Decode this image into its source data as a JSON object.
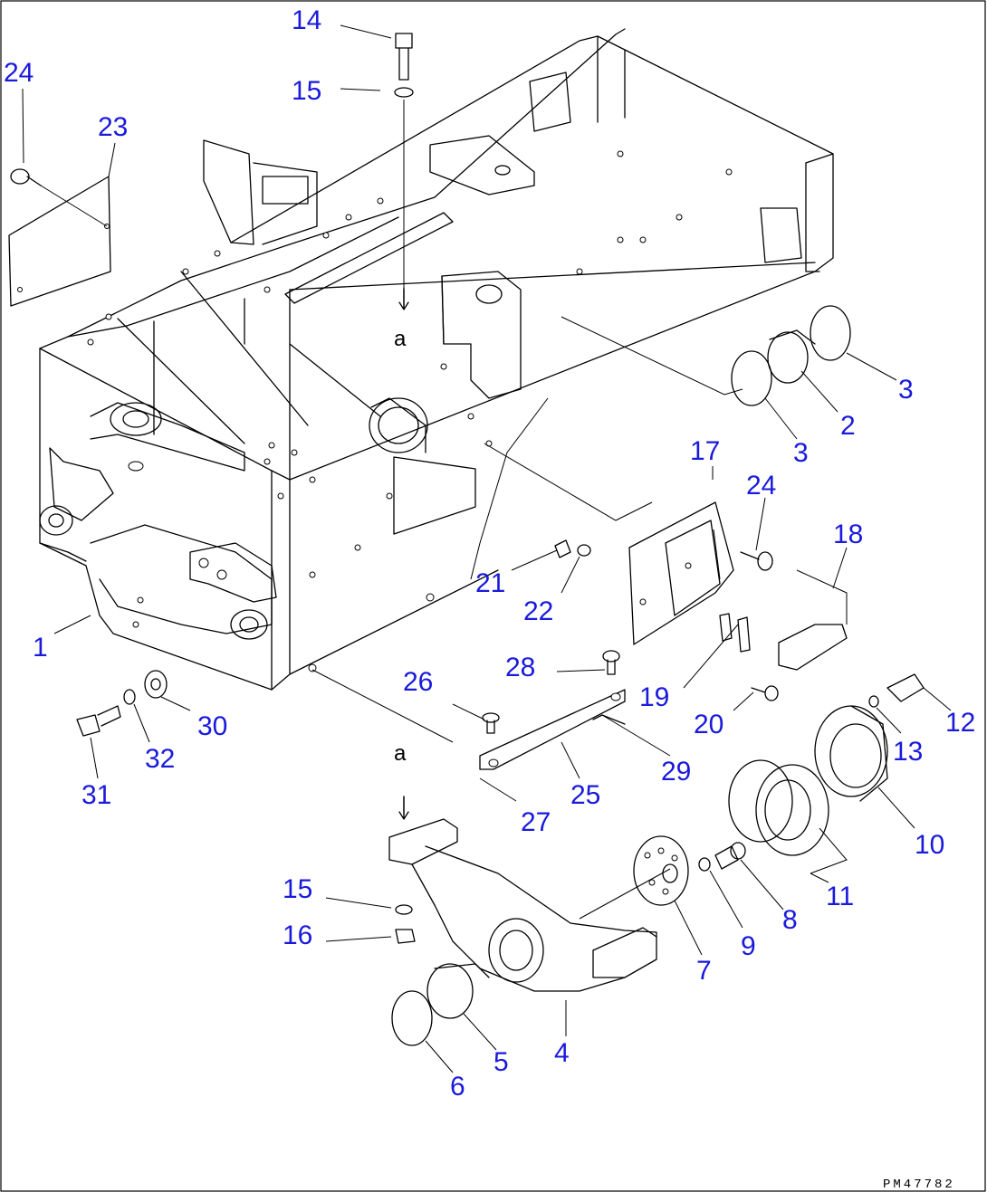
{
  "drawing_code": "PM47782",
  "view_marker": "a",
  "callouts": [
    {
      "id": "c1",
      "label": "1",
      "part": "main-frame"
    },
    {
      "id": "c2",
      "label": "2",
      "part": "bushing"
    },
    {
      "id": "c3a",
      "label": "3",
      "part": "seal-ring"
    },
    {
      "id": "c3b",
      "label": "3",
      "part": "seal-ring"
    },
    {
      "id": "c4",
      "label": "4",
      "part": "axle-support"
    },
    {
      "id": "c5",
      "label": "5",
      "part": "bushing"
    },
    {
      "id": "c6",
      "label": "6",
      "part": "seal-ring"
    },
    {
      "id": "c7",
      "label": "7",
      "part": "shim-plate"
    },
    {
      "id": "c8",
      "label": "8",
      "part": "bolt"
    },
    {
      "id": "c9",
      "label": "9",
      "part": "washer"
    },
    {
      "id": "c10",
      "label": "10",
      "part": "cap"
    },
    {
      "id": "c11",
      "label": "11",
      "part": "shims"
    },
    {
      "id": "c12",
      "label": "12",
      "part": "bolt"
    },
    {
      "id": "c13",
      "label": "13",
      "part": "washer"
    },
    {
      "id": "c14",
      "label": "14",
      "part": "bolt"
    },
    {
      "id": "c15a",
      "label": "15",
      "part": "washer"
    },
    {
      "id": "c15b",
      "label": "15",
      "part": "washer"
    },
    {
      "id": "c16",
      "label": "16",
      "part": "nut"
    },
    {
      "id": "c17",
      "label": "17",
      "part": "cover-plate"
    },
    {
      "id": "c18",
      "label": "18",
      "part": "bracket"
    },
    {
      "id": "c19",
      "label": "19",
      "part": "plate"
    },
    {
      "id": "c20",
      "label": "20",
      "part": "bolt"
    },
    {
      "id": "c21",
      "label": "21",
      "part": "bolt"
    },
    {
      "id": "c22",
      "label": "22",
      "part": "washer"
    },
    {
      "id": "c23",
      "label": "23",
      "part": "cover-plate"
    },
    {
      "id": "c24a",
      "label": "24",
      "part": "bolt"
    },
    {
      "id": "c24b",
      "label": "24",
      "part": "bolt"
    },
    {
      "id": "c25",
      "label": "25",
      "part": "link-bar"
    },
    {
      "id": "c26",
      "label": "26",
      "part": "pin"
    },
    {
      "id": "c27",
      "label": "27",
      "part": "link-end"
    },
    {
      "id": "c28",
      "label": "28",
      "part": "pin"
    },
    {
      "id": "c29",
      "label": "29",
      "part": "shim"
    },
    {
      "id": "c30",
      "label": "30",
      "part": "washer"
    },
    {
      "id": "c31",
      "label": "31",
      "part": "bolt"
    },
    {
      "id": "c32",
      "label": "32",
      "part": "washer"
    }
  ],
  "colors": {
    "callout_text": "#1a1adc",
    "line_art": "#000000",
    "background": "#ffffff"
  }
}
